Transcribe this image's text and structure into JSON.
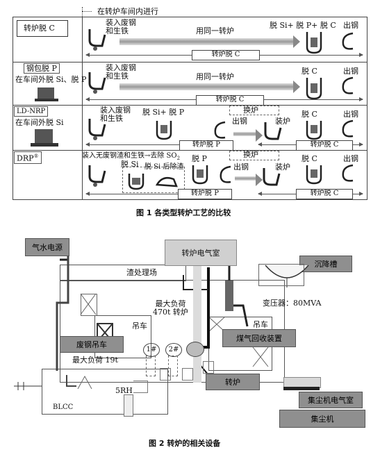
{
  "fig1": {
    "top_note": "在转炉车间内进行",
    "caption": "图 1 各类型转炉工艺的比较",
    "rows": [
      {
        "left_label": "转炉脱 C",
        "left_sub": "",
        "step_charge": "装入废钢\n和生铁",
        "center_text": "用同一转炉",
        "step_right": "脱 Si+ 脱 P+ 脱 C",
        "tap": "出钢",
        "bottom_bar": "转炉脱 C"
      },
      {
        "left_label": "钢包脱 P",
        "left_sub": "在车间外脱 Si、脱 P",
        "step_charge": "装入废钢\n和生铁",
        "center_text": "用同一转炉",
        "step_right": "脱 C",
        "tap": "出钢",
        "bottom_bar": "转炉脱 C"
      },
      {
        "left_label": "LD-NRP",
        "left_sub": "在车间外脱 Si",
        "step_charge": "装入废钢\n和生铁",
        "step_mid": "脱 Si+ 脱 P",
        "change": "换炉",
        "tap1": "出钢",
        "charge2": "装炉",
        "step_right": "脱 C",
        "tap": "出钢",
        "bar1": "转炉脱 P",
        "bar2": "转炉脱 C"
      },
      {
        "left_label": "DRP",
        "left_sup": "®",
        "top_text": "装入无废钢渣和生铁→去除 SO",
        "top_sub": "2",
        "desi": "脱 Si",
        "deslag": "脱 Si 后除渣",
        "dep": "脱 P",
        "change": "换炉",
        "tap1": "出钢",
        "charge2": "装炉",
        "step_right": "脱 C",
        "tap": "出钢",
        "bar1": "转炉脱 P",
        "bar2": "转炉脱 C"
      }
    ]
  },
  "fig2": {
    "caption": "图 2 转炉的相关设备",
    "labels": {
      "water_power": "气水电源",
      "electric_room": "转炉电气室",
      "settling_tank": "沉降槽",
      "slag_yard": "渣处理场",
      "transformer": "变压器：80MVA",
      "crane_left": "吊车",
      "crane_right": "吊车",
      "max_load": "最大负荷\n470t 转炉",
      "scrap_crane": "废钢吊车",
      "gas_recovery": "煤气回收装置",
      "max_load_19": "最大负荷 19t",
      "conv1": "1#",
      "conv2": "2#",
      "converter": "转炉",
      "rh": "5RH",
      "blcc": "BLCC",
      "dust_room": "集尘机电气室",
      "dust": "集尘机"
    }
  }
}
